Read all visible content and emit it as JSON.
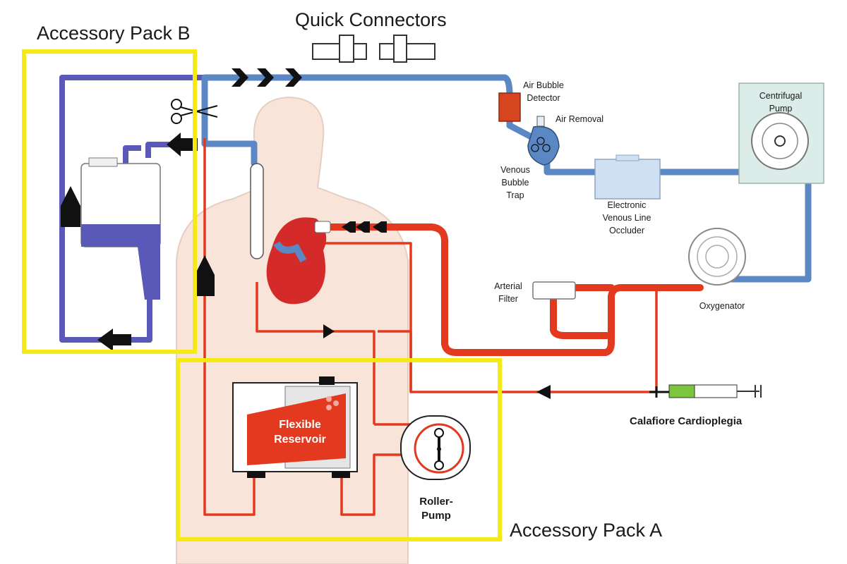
{
  "labels": {
    "accessory_pack_b": "Accessory Pack B",
    "accessory_pack_a": "Accessory Pack A",
    "quick_connectors": "Quick Connectors",
    "air_bubble_detector": [
      "Air Bubble",
      "Detector"
    ],
    "air_removal": "Air Removal",
    "venous_bubble_trap": [
      "Venous",
      "Bubble",
      "Trap"
    ],
    "electronic_venous_line_occluder": [
      "Electronic",
      "Venous Line",
      "Occluder"
    ],
    "centrifugal_pump": [
      "Centrifugal",
      "Pump"
    ],
    "arterial_filter": [
      "Arterial",
      "Filter"
    ],
    "oxygenator": "Oxygenator",
    "calafiore_cardioplegia": "Calafiore Cardioplegia",
    "flexible_reservoir": [
      "Flexible",
      "Reservoir"
    ],
    "roller_pump": [
      "Roller-",
      "Pump"
    ]
  },
  "colors": {
    "venous_line": "#5b88c4",
    "arterial_line": "#e2391f",
    "accessory_b_line": "#5a58b8",
    "highlight_box": "#f5ea14",
    "body": "#f8e4d8",
    "heart": "#d42a2a"
  }
}
